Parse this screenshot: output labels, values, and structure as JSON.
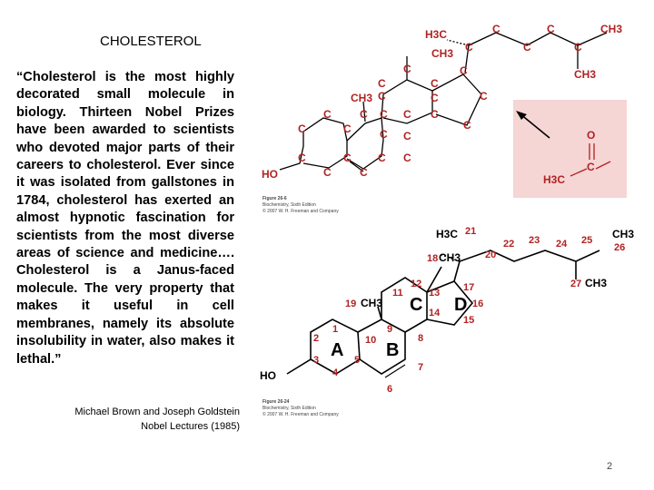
{
  "title": "CHOLESTEROL",
  "quote": "“Cholesterol is the most highly decorated small molecule in biology. Thirteen Nobel Prizes have been awarded to scientists who devoted major parts of their careers to cholesterol. Ever since it was isolated from gallstones in 1784, cholesterol has exerted an almost hypnotic fascination for scientists from the most diverse areas of science and medicine…. Cholesterol is a Janus-faced molecule. The very property that makes it useful in cell membranes, namely its absolute insolubility in water, also makes it lethal.”",
  "attribution": {
    "line1": "Michael Brown and Joseph Goldstein",
    "line2": "Nobel Lectures (1985)"
  },
  "slide_number": "2",
  "figure1": {
    "caption_title": "Figure 26-6",
    "caption_book": "Biochemistry, Sixth Edition",
    "caption_copy": "© 2007 W. H. Freeman and Company",
    "labels": {
      "c": "C",
      "ch3": "CH3",
      "h3c": "H3C",
      "ho": "HO",
      "o": "O"
    }
  },
  "figure2": {
    "caption_title": "Figure 26-24",
    "caption_book": "Biochemistry, Sixth Edition",
    "caption_copy": "© 2007 W. H. Freeman and Company",
    "rings": [
      "A",
      "B",
      "C",
      "D"
    ],
    "ho": "HO",
    "ch3": "CH3",
    "h3c": "H3C",
    "numbers": [
      "1",
      "2",
      "3",
      "4",
      "5",
      "6",
      "7",
      "8",
      "9",
      "10",
      "11",
      "12",
      "13",
      "14",
      "15",
      "16",
      "17",
      "18",
      "19",
      "20",
      "21",
      "22",
      "23",
      "24",
      "25",
      "26",
      "27"
    ]
  },
  "colors": {
    "structure1": "#b22222",
    "inset_bg": "#f6d5d5",
    "bonds": "#000000"
  }
}
